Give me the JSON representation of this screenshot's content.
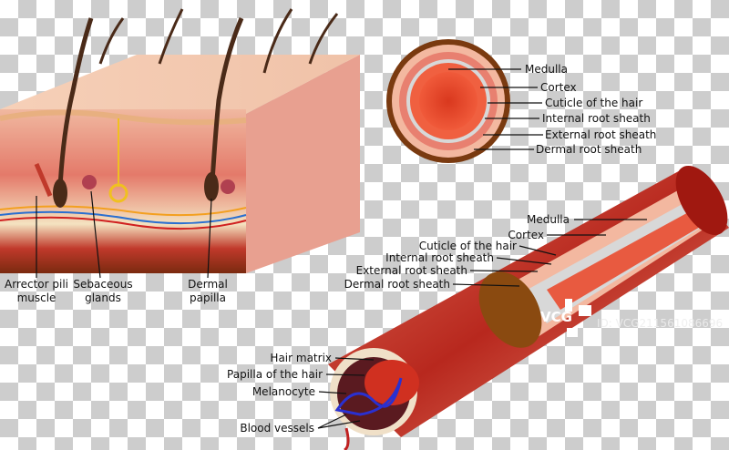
{
  "skin_block": {
    "labels": {
      "arrector_1": "Arrector pili",
      "arrector_2": "muscle",
      "sebaceous_1": "Sebaceous",
      "sebaceous_2": "glands",
      "dermal_1": "Dermal",
      "dermal_2": "papilla"
    }
  },
  "cross_section": {
    "labels": [
      "Medulla",
      "Cortex",
      "Cuticle of the hair",
      "Internal root sheath",
      "External root sheath",
      "Dermal root sheath"
    ]
  },
  "follicle": {
    "sheath_labels": [
      "Medulla",
      "Cortex",
      "Cuticle of the hair",
      "Internal root sheath",
      "External root sheath",
      "Dermal root sheath"
    ],
    "bulb_labels": [
      "Hair matrix",
      "Papilla of the hair",
      "Melanocyte",
      "Blood vessels"
    ]
  },
  "watermark": {
    "logo": "VCG",
    "id": "ID: VCG211561086696"
  },
  "colors": {
    "skin": "#f2b7a0",
    "dermis": "#e89080",
    "hair": "#4a2a18",
    "fat": "#f3e3c0",
    "muscle": "#c0392b"
  }
}
